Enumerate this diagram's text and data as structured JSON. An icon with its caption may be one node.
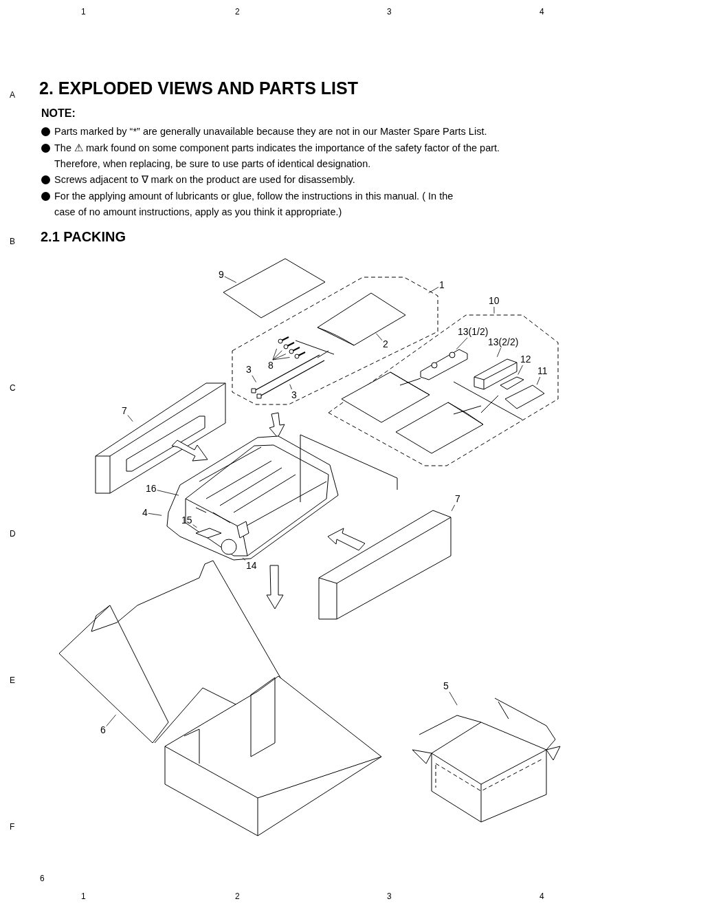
{
  "diagram": {
    "title": "2. EXPLODED VIEWS AND PARTS LIST",
    "nodes": [
      {
        "text": [
          "9"
        ]
      },
      {
        "text": [
          "1"
        ]
      },
      {
        "text": [
          "10"
        ]
      },
      {
        "text": [
          "13(1/2)"
        ]
      },
      {
        "text": [
          "2"
        ]
      },
      {
        "text": [
          "13(2/2)"
        ]
      },
      {
        "text": [
          "12"
        ]
      },
      {
        "text": [
          "8"
        ]
      },
      {
        "text": [
          "11"
        ]
      },
      {
        "text": [
          "3"
        ]
      },
      {
        "text": [
          "3"
        ]
      },
      {
        "text": [
          "7"
        ]
      },
      {
        "text": [
          "16"
        ]
      },
      {
        "text": [
          "7"
        ]
      },
      {
        "text": [
          "4"
        ]
      },
      {
        "text": [
          "15"
        ]
      },
      {
        "text": [
          "14"
        ]
      },
      {
        "text": [
          "5"
        ]
      },
      {
        "text": [
          "6"
        ]
      }
    ],
    "edges": [
      {
        "from": 0,
        "to": null,
        "arrow": "none"
      },
      {
        "from": 1,
        "to": null,
        "arrow": "none"
      },
      {
        "from": 2,
        "to": null,
        "arrow": "none"
      },
      {
        "from": 3,
        "to": null,
        "arrow": "none"
      },
      {
        "from": 4,
        "to": null,
        "arrow": "none"
      },
      {
        "from": 5,
        "to": null,
        "arrow": "none"
      },
      {
        "from": 6,
        "to": null,
        "arrow": "none"
      },
      {
        "from": 7,
        "to": null,
        "arrow": "none"
      },
      {
        "from": 8,
        "to": null,
        "arrow": "none"
      },
      {
        "from": 9,
        "to": null,
        "arrow": "none"
      },
      {
        "from": 10,
        "to": null,
        "arrow": "none"
      },
      {
        "from": 11,
        "to": null,
        "arrow": "none"
      },
      {
        "from": 12,
        "to": null,
        "arrow": "none"
      },
      {
        "from": 13,
        "to": null,
        "arrow": "none"
      },
      {
        "from": 14,
        "to": null,
        "arrow": "none"
      },
      {
        "from": 15,
        "to": null,
        "arrow": "none"
      },
      {
        "from": 16,
        "to": null,
        "arrow": "none"
      },
      {
        "from": 17,
        "to": null,
        "arrow": "none"
      },
      {
        "from": 18,
        "to": null,
        "arrow": "none"
      }
    ],
    "labels": [
      "1",
      "2",
      "3",
      "4",
      "A",
      "NOTE:",
      "Parts marked by “*” are generally unavailable because they are not in our Master Spare Parts List.",
      "The ⚠ mark found on some component parts indicates the importance of the safety factor of the part. Therefore, when replacing, be sure to use parts of identical designation.",
      "Screws adjacent to ∇ mark on the product are used for disassembly.",
      "For the applying amount of lubricants or glue, follow the instructions in this manual. ( In the case of no amount instructions, apply as you think it appropriate.)",
      "B",
      "2.1 PACKING",
      "C",
      "D",
      "E",
      "F",
      "6",
      "1",
      "2",
      "3",
      "4"
    ]
  }
}
